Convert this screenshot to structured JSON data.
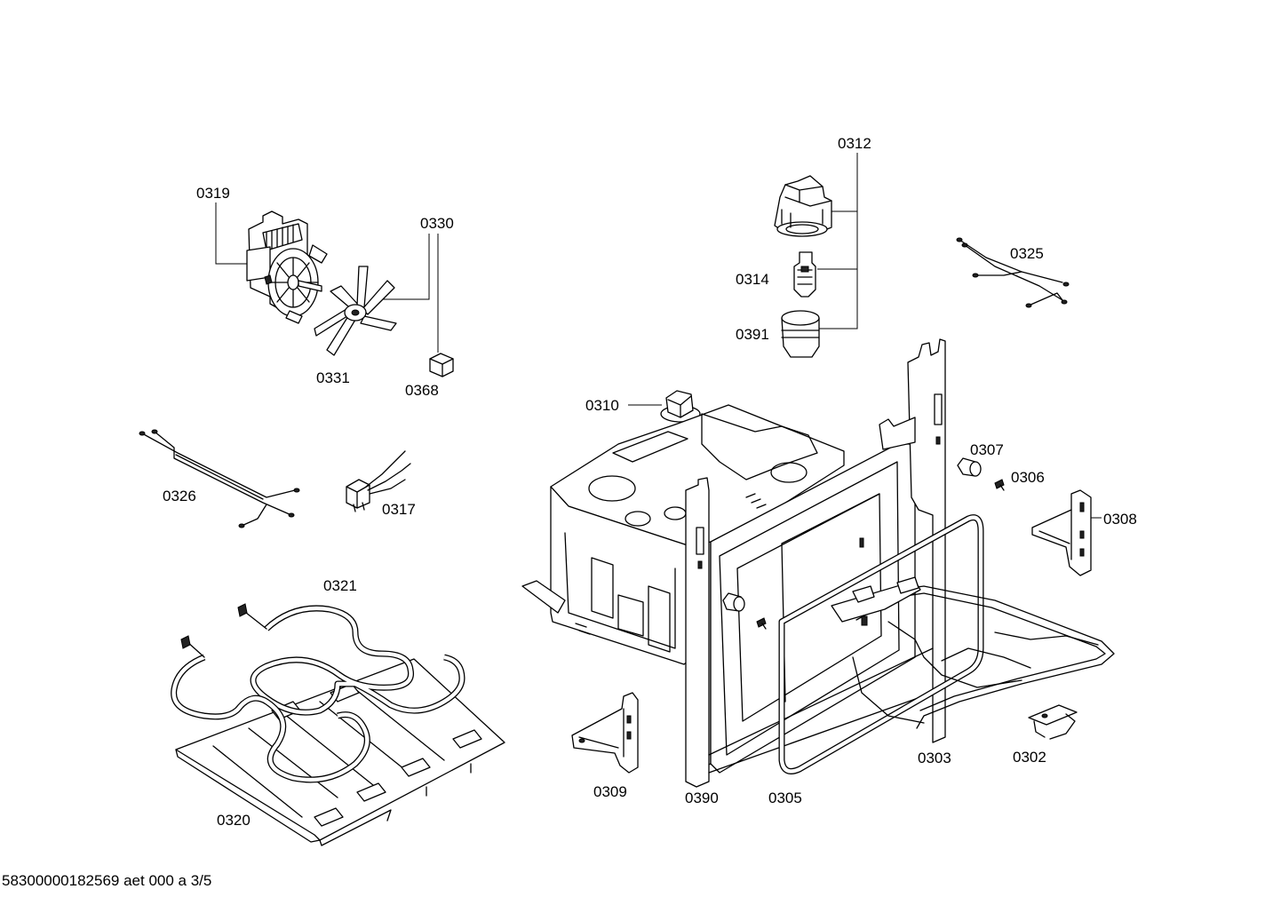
{
  "labels": {
    "p0312": "0312",
    "p0319": "0319",
    "p0330": "0330",
    "p0325": "0325",
    "p0314": "0314",
    "p0391": "0391",
    "p0331": "0331",
    "p0368": "0368",
    "p0310": "0310",
    "p0307": "0307",
    "p0306": "0306",
    "p0326": "0326",
    "p0317": "0317",
    "p0308": "0308",
    "p0321": "0321",
    "p0303": "0303",
    "p0302": "0302",
    "p0309": "0309",
    "p0390": "0390",
    "p0305": "0305",
    "p0320": "0320"
  },
  "footer": {
    "document_code": "58300000182569 aet 000 a 3/5"
  }
}
